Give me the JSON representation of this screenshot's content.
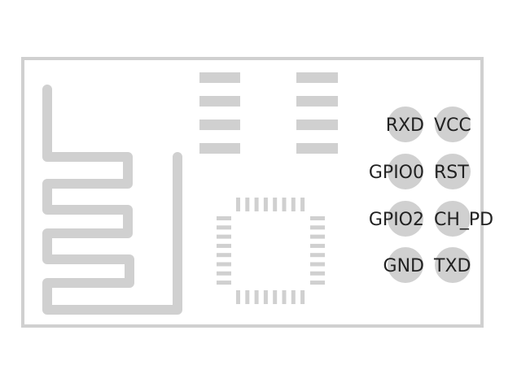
{
  "colors": {
    "background": "#ffffff",
    "outline": "#d0d0d0",
    "trace": "#d0d0d0",
    "pad": "#d0d0d0",
    "text": "#222222"
  },
  "pins": {
    "left_column": [
      "RXD",
      "GPIO0",
      "GPIO2",
      "GND"
    ],
    "right_column": [
      "VCC",
      "RST",
      "CH_PD",
      "TXD"
    ]
  },
  "icons": {
    "antenna": "meander-antenna-icon",
    "chip": "qfn-chip-icon",
    "pin_pad": "circle-pad-icon"
  }
}
